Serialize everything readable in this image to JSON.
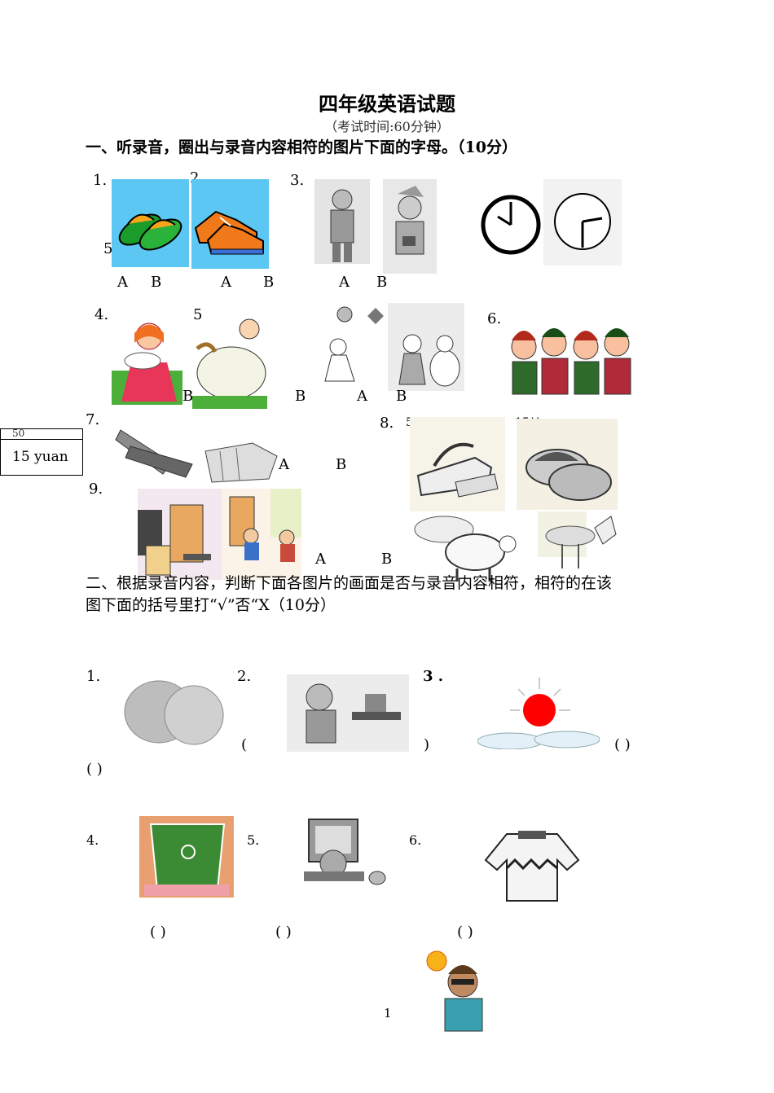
{
  "title": "四年级英语试题",
  "subtitle": "（考试时间:60分钟）",
  "section1": {
    "heading": "一、听录音，圈出与录音内容相符的图片下面的字母。（10分）",
    "nums": [
      "1.",
      "2",
      "3.",
      "4.",
      "5",
      "6.",
      "7.",
      "8.",
      "9."
    ],
    "stray": "5",
    "letters": {
      "a": "A",
      "b": "B"
    },
    "price1": "50￥",
    "price2": "15￥",
    "box_label": "15 yuan",
    "box_top": "50"
  },
  "section2": {
    "heading1": "二、根据录音内容，判断下面各图片的画面是否与录音内容相符，相符的在该",
    "heading2": "图下面的括号里打“√”否“X（10分）",
    "nums": [
      "1.",
      "2.",
      "3 .",
      "4.",
      "5.",
      "6."
    ],
    "paren_open": "(",
    "paren_close": ")",
    "paren_pair": "(        )",
    "paren_pair2": "(     )",
    "paren_pair3": "(       )"
  },
  "footer": {
    "page": "1"
  }
}
